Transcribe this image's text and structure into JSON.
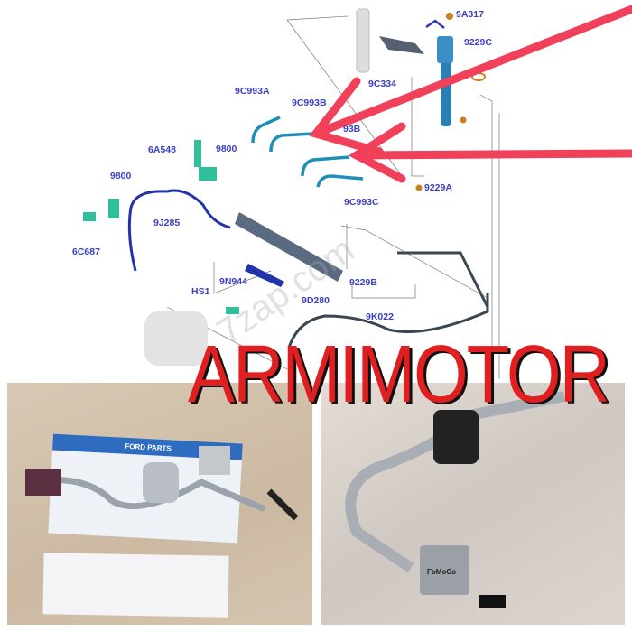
{
  "diagram": {
    "labels": {
      "a9A317": "9A317",
      "a9229C": "9229C",
      "a9C334": "9C334",
      "a9C993A": "9C993A",
      "a9C993B": "9C993B",
      "a9C993B_partial": "93B",
      "a6A548": "6A548",
      "a9800_upper": "9800",
      "a9800_lower": "9800",
      "a9J285": "9J285",
      "a6C687": "6C687",
      "a9C993C": "9C993C",
      "a9229A": "9229A",
      "a9N944": "9N944",
      "aHS1": "HS1",
      "a9D280": "9D280",
      "a9229B": "9229B",
      "a9K022": "9K022"
    },
    "watermark": "7zap.com",
    "label_color": "#3a3fc4",
    "pipe_color": "#1e8fb8",
    "arrow_color": "#f0405a"
  },
  "overlay_brand": "ARMIMOTOR",
  "photos": {
    "left_label_logo": "FORD PARTS",
    "right_part_marking": "FoMoCo"
  }
}
